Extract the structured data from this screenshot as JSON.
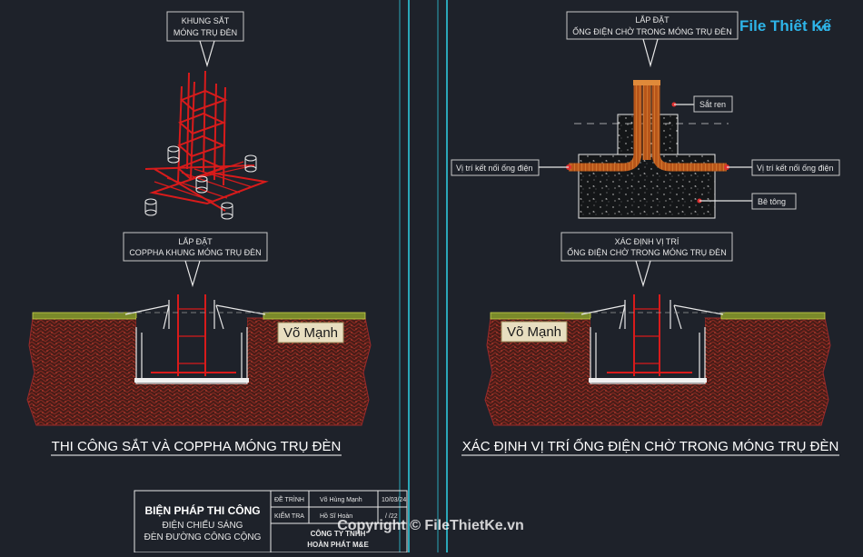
{
  "logo": {
    "text": "File Thiết Kế",
    "suffix": ".vn"
  },
  "left_panel": {
    "callout_top": [
      "KHUNG SẮT",
      "MÓNG TRỤ ĐÈN"
    ],
    "callout_mid": [
      "LẮP ĐẶT",
      "COPPHA KHUNG MÓNG TRỤ ĐÈN"
    ],
    "stamp": "Võ Mạnh",
    "caption": "THI CÔNG SẮT VÀ COPPHA MÓNG TRỤ ĐÈN"
  },
  "right_panel": {
    "callout_top": [
      "LẮP ĐẶT",
      "ỐNG ĐIỆN CHỜ TRONG MÓNG TRỤ ĐÈN"
    ],
    "tags": {
      "sat_ren": "Sắt ren",
      "joint_left": "Vị trí kết nối ống điện",
      "joint_right": "Vị trí kết nối ống điện",
      "concrete": "Bê tông"
    },
    "callout_mid": [
      "XÁC ĐỊNH VỊ TRÍ",
      "ỐNG ĐIỆN CHỜ TRONG MÓNG TRỤ ĐÈN"
    ],
    "stamp": "Võ Mạnh",
    "caption": "XÁC ĐỊNH VỊ TRÍ ỐNG ĐIỆN CHỜ TRONG MÓNG TRỤ ĐÈN"
  },
  "title_block": {
    "title": "BIỆN PHÁP THI CÔNG",
    "subtitle_1": "ĐIỆN CHIẾU SÁNG",
    "subtitle_2": "ĐÈN ĐƯỜNG CÔNG CỘNG",
    "row1_label": "ĐỀ TRÌNH",
    "row1_name": "Võ Hùng Mạnh",
    "row1_date": "10/03/24",
    "row2_label": "KIỂM TRA",
    "row2_name": "Hồ Sĩ Hoàn",
    "row2_date": "/ /22",
    "company_1": "CÔNG TY TNHH",
    "company_2": "HOÀN PHÁT M&E"
  },
  "watermark": "Copyright © FileThietKe.vn",
  "colors": {
    "background": "#1e222a",
    "rebar": "#d81b1b",
    "pipe": "#c8641e",
    "frame": "#28b4c8"
  }
}
